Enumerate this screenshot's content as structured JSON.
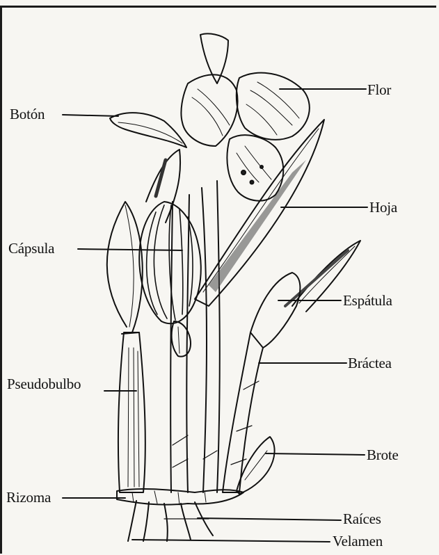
{
  "diagram": {
    "labels": {
      "flor": "Flor",
      "boton": "Botón",
      "hoja": "Hoja",
      "capsula": "Cápsula",
      "espatula": "Espátula",
      "bractea": "Bráctea",
      "pseudobulbo": "Pseudobulbo",
      "brote": "Brote",
      "rizoma": "Rizoma",
      "raices": "Raíces",
      "velamen": "Velamen"
    },
    "ink_color": "#111111",
    "paper_color": "#f7f6f2"
  }
}
